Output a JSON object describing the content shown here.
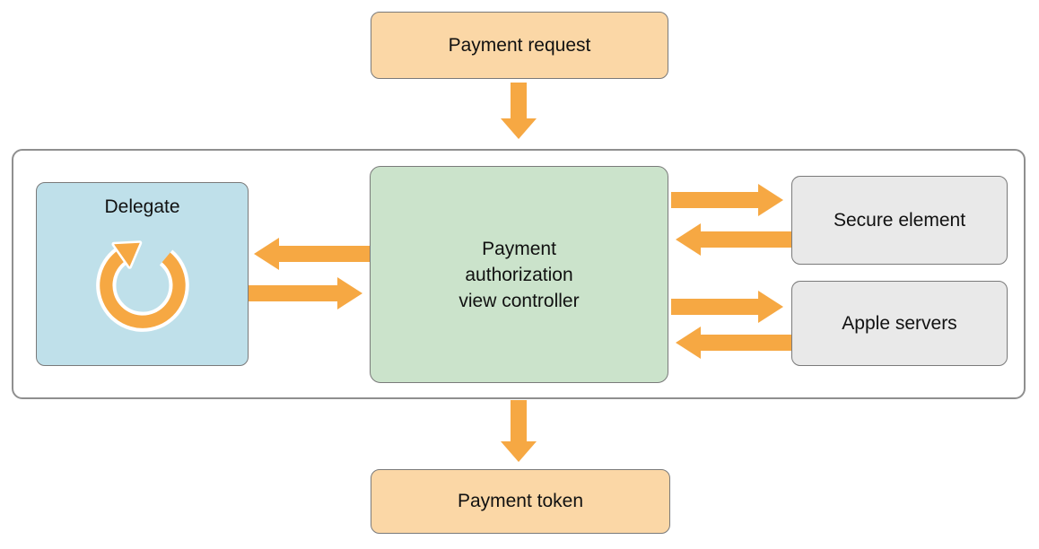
{
  "nodes": {
    "payment_request": {
      "label": "Payment request"
    },
    "delegate": {
      "label": "Delegate",
      "icon": "loop-arrow-icon"
    },
    "payment_authorization": {
      "line1": "Payment",
      "line2": "authorization",
      "line3": "view controller"
    },
    "secure_element": {
      "label": "Secure element"
    },
    "apple_servers": {
      "label": "Apple servers"
    },
    "payment_token": {
      "label": "Payment token"
    }
  },
  "edges": [
    {
      "from": "payment_request",
      "to": "payment_authorization",
      "direction": "down"
    },
    {
      "from": "payment_authorization",
      "to": "delegate",
      "direction": "left"
    },
    {
      "from": "delegate",
      "to": "payment_authorization",
      "direction": "right"
    },
    {
      "from": "payment_authorization",
      "to": "secure_element",
      "direction": "right"
    },
    {
      "from": "secure_element",
      "to": "payment_authorization",
      "direction": "left"
    },
    {
      "from": "payment_authorization",
      "to": "apple_servers",
      "direction": "right"
    },
    {
      "from": "apple_servers",
      "to": "payment_authorization",
      "direction": "left"
    },
    {
      "from": "payment_authorization",
      "to": "payment_token",
      "direction": "down"
    }
  ],
  "colors": {
    "arrow": "#F6A843",
    "peach_fill": "#FBD7A6",
    "blue_fill": "#BFE0EA",
    "green_fill": "#CBE3CB",
    "gray_fill": "#E9E9E9",
    "node_border": "#7A7A7A",
    "boundary_border": "#8F8F8F"
  }
}
